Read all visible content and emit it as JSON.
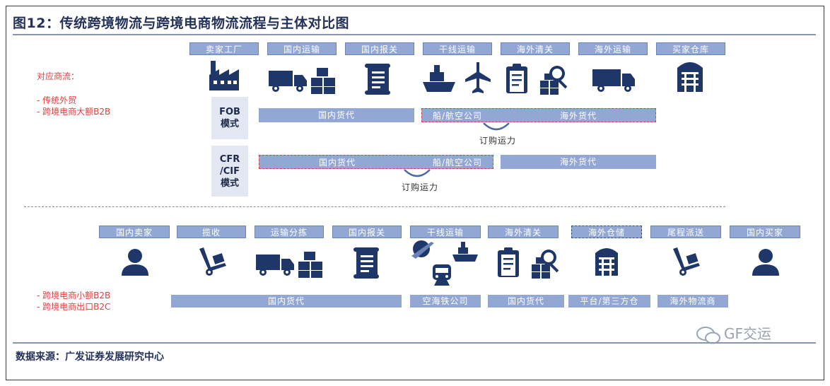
{
  "title": "图12：传统跨境物流与跨境电商物流流程与主体对比图",
  "source": "数据来源：广发证券发展研究中心",
  "watermark": "GF交运",
  "top": {
    "stages": [
      "卖家工厂",
      "国内运输",
      "国内报关",
      "干线运输",
      "海外清关",
      "海外运输",
      "买家仓库"
    ],
    "flow_title": "对应商流：",
    "flows": [
      "- 传统外贸",
      "- 跨境电商大额B2B"
    ],
    "fob": {
      "mode_line1": "FOB",
      "mode_line2": "模式",
      "domestic": "国内货代",
      "carrier": "船/航空公司",
      "overseas": "海外货代",
      "note": "订购运力"
    },
    "cfr": {
      "mode_line1": "CFR",
      "mode_line2": "/CIF",
      "mode_line3": "模式",
      "domestic": "国内货代",
      "carrier": "船/航空公司",
      "overseas": "海外货代",
      "note": "订购运力"
    }
  },
  "bottom": {
    "stages": [
      "国内卖家",
      "揽收",
      "运输分拣",
      "国内报关",
      "干线运输",
      "海外清关",
      "海外仓储",
      "尾程派送",
      "国内买家"
    ],
    "flows": [
      "- 跨境电商小额B2B",
      "- 跨境电商出口B2C"
    ],
    "bars": [
      "国内货代",
      "空海铁公司",
      "国内货代",
      "平台/第三方仓",
      "海外物流商"
    ]
  },
  "colors": {
    "label_fill": "#93a7d4",
    "icon": "#1f3768",
    "red": "#e43c3c"
  }
}
